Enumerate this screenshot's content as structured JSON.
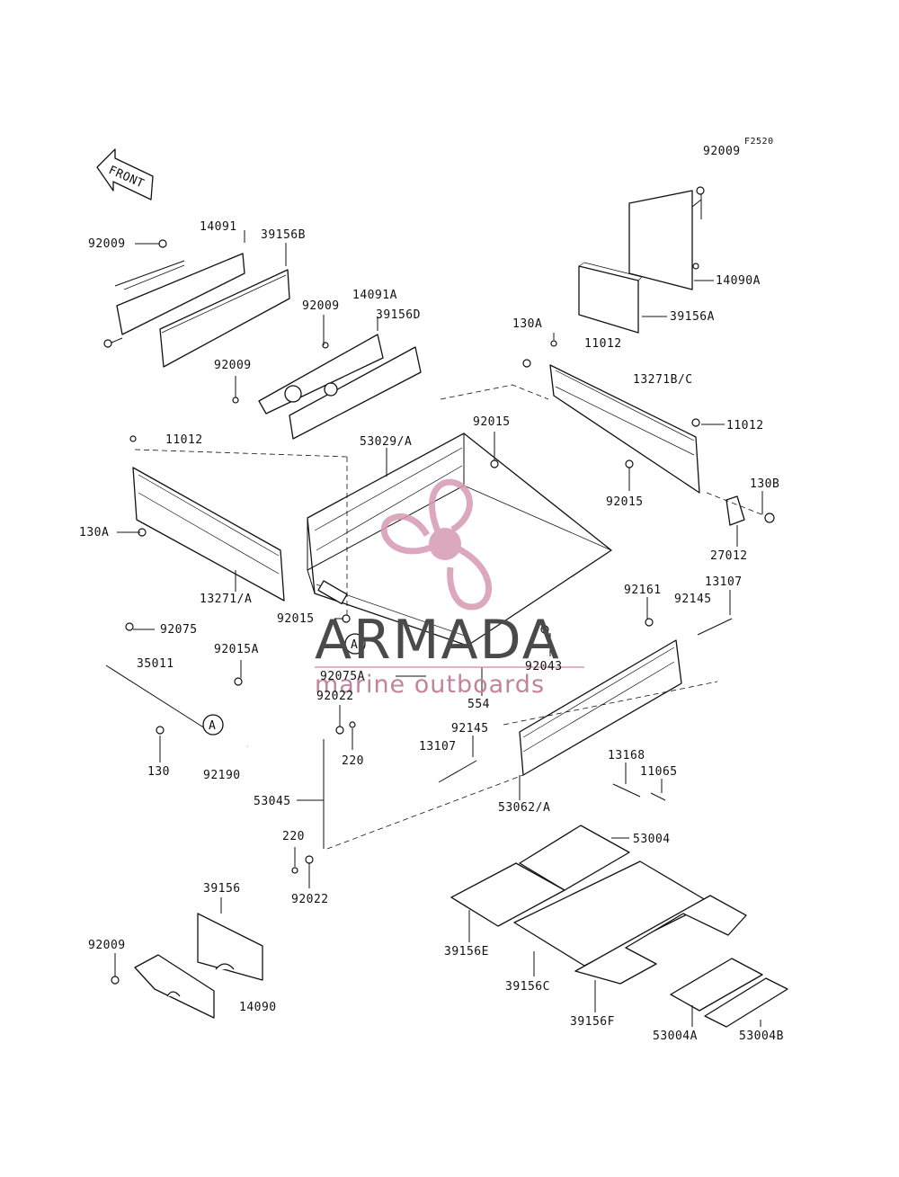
{
  "figure_code": "F2520",
  "front_arrow": "FRONT",
  "watermark": {
    "brand": "ARMADA",
    "tagline": "marine outboards",
    "logo": "propeller-logo"
  },
  "callouts": [
    "A",
    "A"
  ],
  "labels": {
    "l92009_top": "92009",
    "l14090A": "14090A",
    "l39156A": "39156A",
    "l11012_r": "11012",
    "l92009_l": "92009",
    "l14091": "14091",
    "l39156B": "39156B",
    "l92009_m": "92009",
    "l14091A": "14091A",
    "l39156D": "39156D",
    "l92009_m2": "92009",
    "l130A_r": "130A",
    "l13271BC": "13271B/C",
    "l11012_r2": "11012",
    "l92015_a": "92015",
    "l53029A": "53029/A",
    "l11012_l": "11012",
    "l92015_b": "92015",
    "l130B": "130B",
    "l27012": "27012",
    "l130A_l": "130A",
    "l13271A": "13271/A",
    "l92015_c": "92015",
    "l92161": "92161",
    "l92145_r": "92145",
    "l13107_r": "13107",
    "l92075": "92075",
    "l92015A": "92015A",
    "l35011": "35011",
    "l92043": "92043",
    "l92075A": "92075A",
    "l554": "554",
    "l92022_t": "92022",
    "l220_t": "220",
    "l130": "130",
    "l92190": "92190",
    "l92145_m": "92145",
    "l13107_m": "13107",
    "l13168": "13168",
    "l11065": "11065",
    "l53062A": "53062/A",
    "l53045": "53045",
    "l53004": "53004",
    "l220_b": "220",
    "l92022_b": "92022",
    "l39156": "39156",
    "l92009_b": "92009",
    "l14090": "14090",
    "l39156E": "39156E",
    "l39156C": "39156C",
    "l39156F": "39156F",
    "l53004A": "53004A",
    "l53004B": "53004B"
  }
}
